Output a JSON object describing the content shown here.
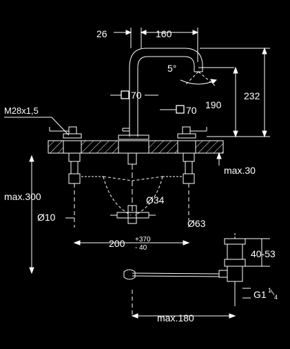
{
  "colors": {
    "background": "#000000",
    "line": "#ffffff",
    "hatch": "#ffffff"
  },
  "dimensions": {
    "spout_offset": "26",
    "spout_reach": "160",
    "swivel_angle": "5°",
    "spout_total_height": "232",
    "spout_height_above_deck": "190",
    "spout_body_square": "70",
    "handle_square": "70",
    "handle_thread": "M28x1,5",
    "deck_thickness_max": "max.30",
    "hose_length_max": "max.300",
    "hose_diameter": "Ø10",
    "connector_diameter": "Ø34",
    "pop_up_diameter": "Ø63",
    "handle_spacing": "200",
    "handle_spacing_plus": "+370",
    "handle_spacing_minus": "- 40",
    "pop_up_reach_max": "max.180",
    "waste_range": "40-53",
    "waste_thread_base": "G1",
    "waste_thread_num": "1",
    "waste_thread_den": "4"
  },
  "icons": {
    "square_symbol": "square-icon",
    "diameter_symbol": "diameter-icon"
  }
}
